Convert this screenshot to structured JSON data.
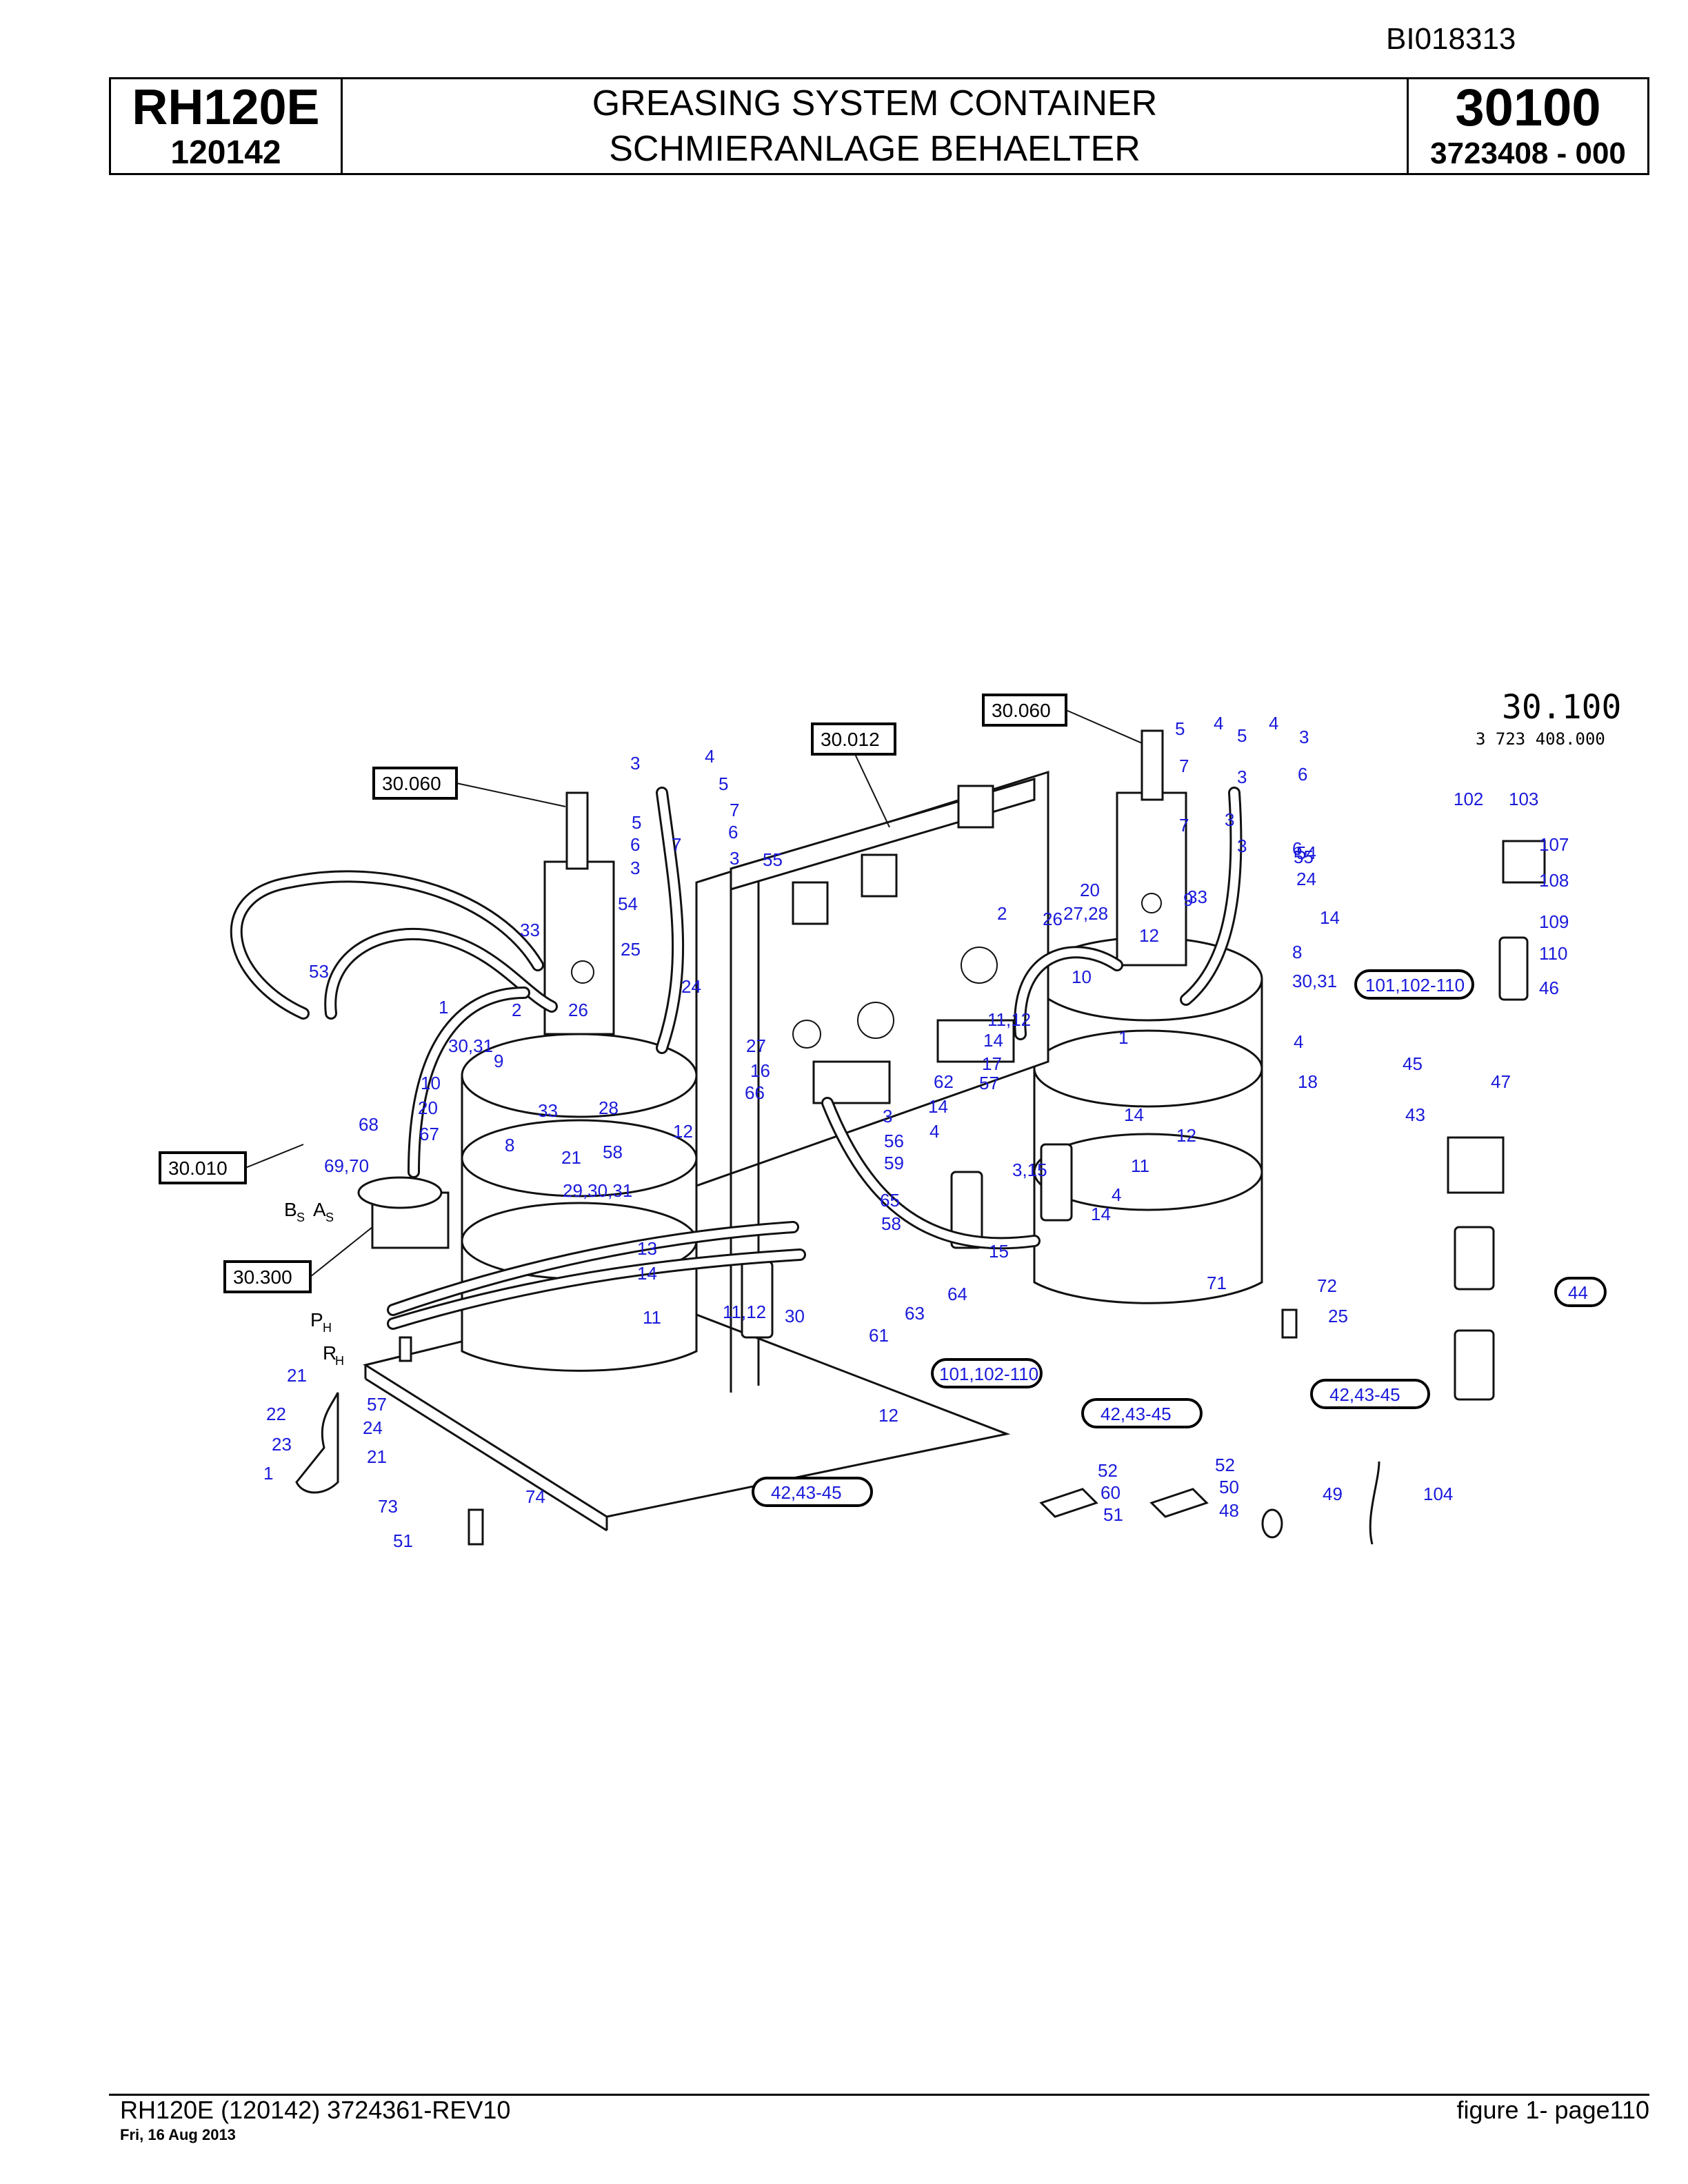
{
  "header": {
    "doc_code": "BI018313",
    "model": "RH120E",
    "serial": "120142",
    "title_en": "GREASING SYSTEM CONTAINER",
    "title_de": "SCHMIERANLAGE BEHAELTER",
    "figure_no": "30100",
    "part_no": "3723408  - 000"
  },
  "drawing": {
    "figure_title": "30.100",
    "figure_subtitle": "3 723 408.000",
    "boxed_refs": [
      "30.060",
      "30.012",
      "30.060",
      "30.010",
      "30.300"
    ],
    "rounded_refs": [
      "101,102-110",
      "44",
      "42,43-45",
      "101,102-110",
      "42,43-45",
      "42,43-45"
    ],
    "port_labels": [
      "B",
      "S",
      "A",
      "S",
      "P",
      "H",
      "R",
      "H"
    ],
    "callouts": [
      "3",
      "4",
      "5",
      "7",
      "6",
      "3",
      "5",
      "6",
      "7",
      "3",
      "55",
      "54",
      "33",
      "25",
      "24",
      "26",
      "1",
      "2",
      "30,31",
      "9",
      "10",
      "20",
      "33",
      "8",
      "28",
      "21",
      "12",
      "58",
      "29,30,31",
      "27",
      "16",
      "66",
      "53",
      "68",
      "67",
      "69,70",
      "5",
      "4",
      "5",
      "4",
      "3",
      "7",
      "3",
      "6",
      "7",
      "3",
      "6",
      "3",
      "55",
      "54",
      "33",
      "24",
      "20",
      "9",
      "2",
      "26",
      "27,28",
      "12",
      "14",
      "8",
      "30,31",
      "10",
      "1",
      "4",
      "18",
      "11,12",
      "14",
      "17",
      "57",
      "62",
      "3",
      "14",
      "4",
      "56",
      "59",
      "65",
      "58",
      "14",
      "12",
      "11",
      "4",
      "14",
      "3,15",
      "15",
      "64",
      "63",
      "61",
      "12",
      "13",
      "14",
      "11",
      "11,12",
      "30",
      "71",
      "72",
      "25",
      "21",
      "57",
      "22",
      "24",
      "23",
      "21",
      "1",
      "73",
      "74",
      "51",
      "52",
      "60",
      "51",
      "52",
      "50",
      "48",
      "49",
      "104",
      "102",
      "103",
      "107",
      "108",
      "109",
      "110",
      "46",
      "45",
      "47",
      "43"
    ]
  },
  "footer": {
    "left": "RH120E (120142) 3724361-REV10",
    "date": "Fri, 16 Aug 2013",
    "right": "figure  1- page110"
  }
}
